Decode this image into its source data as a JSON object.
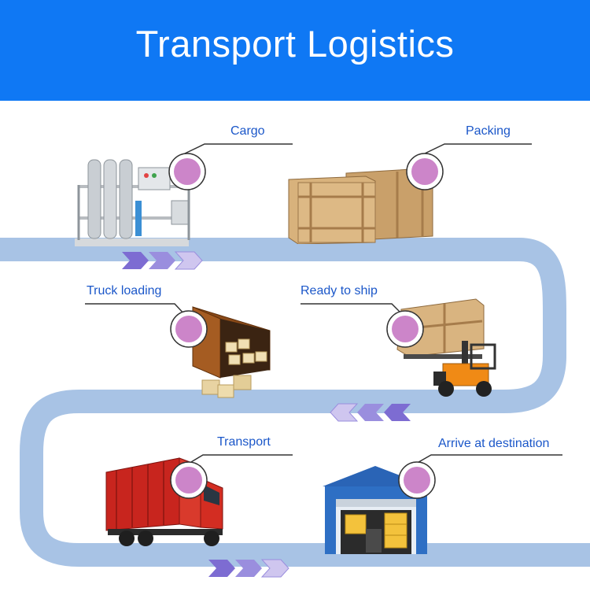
{
  "title": "Transport Logistics",
  "steps": [
    {
      "label": "Cargo"
    },
    {
      "label": "Packing"
    },
    {
      "label": "Truck loading"
    },
    {
      "label": "Ready to ship"
    },
    {
      "label": "Transport"
    },
    {
      "label": "Arrive at destination"
    }
  ],
  "colors": {
    "header": "#0f78f4",
    "road": "#a8c3e5",
    "marker": "#cc85c9",
    "label_text": "#1b57c9",
    "arrow_dark": "#7d6cd2",
    "arrow_light": "#cfc6ef"
  },
  "icons": [
    "filtration-machine-icon",
    "wooden-crates-icon",
    "container-loading-icon",
    "forklift-icon",
    "red-truck-icon",
    "warehouse-icon"
  ]
}
